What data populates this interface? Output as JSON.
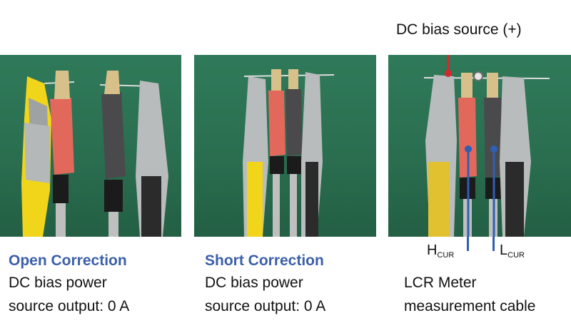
{
  "panels": [
    {
      "title": "Open Correction",
      "line1": "DC bias power",
      "line2": "source output: 0 A"
    },
    {
      "title": "Short Correction",
      "line1": "DC bias power",
      "line2": "source output: 0 A"
    },
    {
      "annotation_top": "DC bias source (+)",
      "h_label_main": "H",
      "h_label_sub": "CUR",
      "l_label_main": "L",
      "l_label_sub": "CUR",
      "line1": "LCR Meter",
      "line2": "measurement cable"
    }
  ],
  "colors": {
    "title_blue": "#3b5fa9",
    "background_green": "#2a6e50",
    "clip_red": "#e3685c",
    "clip_black": "#4a4a4c",
    "clip_gray": "#b9bcbd",
    "clip_yellow": "#f1d51a",
    "marker_red": "#d8262e",
    "marker_blue": "#2f5fb4"
  }
}
